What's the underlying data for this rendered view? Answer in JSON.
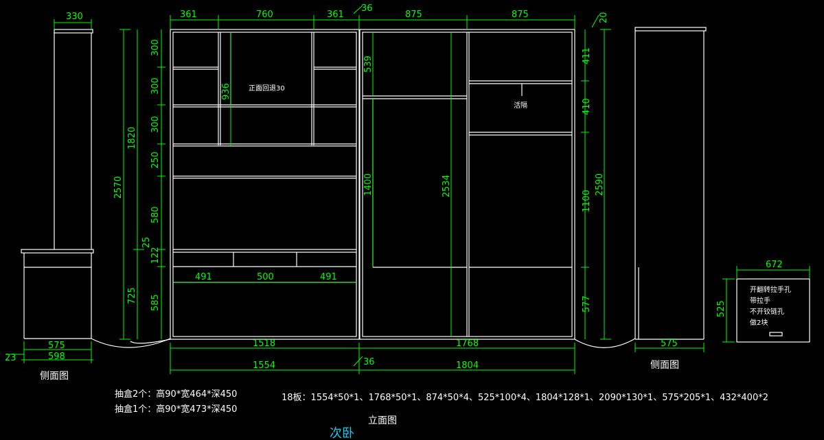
{
  "dimensions": {
    "left_side_top": "330",
    "left_side_bottom": "575",
    "left_side_base": "598",
    "left_side_offset": "23",
    "top_361_a": "361",
    "top_760": "760",
    "top_361_b": "361",
    "gap_36_top": "36",
    "top_875_a": "875",
    "top_875_b": "875",
    "top_20": "20",
    "h_300_a": "300",
    "h_300_b": "300",
    "h_300_c": "300",
    "h_250": "250",
    "h_580": "580",
    "h_25": "25",
    "h_122": "122",
    "h_585": "585",
    "h_1820": "1820",
    "h_2570": "2570",
    "h_725": "725",
    "h_936": "936",
    "h_539": "539",
    "h_1400": "1400",
    "h_2534": "2534",
    "h_411": "411",
    "h_410": "410",
    "h_1100": "1100",
    "h_577": "577",
    "h_2590": "2590",
    "d_491_a": "491",
    "d_500": "500",
    "d_491_b": "491",
    "w_1518": "1518",
    "w_1768": "1768",
    "w_1554": "1554",
    "gap_36_bottom": "36",
    "w_1804": "1804",
    "right_side_bottom": "575",
    "panel_672": "672",
    "panel_525": "525"
  },
  "annotations": {
    "recess": "正面回退30",
    "glass": "活隔"
  },
  "panel_notes": [
    "开翻转拉手孔",
    "带拉手",
    "不开铰链孔",
    "做2块"
  ],
  "labels": {
    "left_view": "侧面图",
    "right_view": "侧面图",
    "elevation": "立面图",
    "room": "次卧"
  },
  "notes": {
    "drawer_1": "抽盒2个：高90*宽464*深450",
    "drawer_2": "抽盒1个：高90*宽473*深450",
    "boards": "18板：1554*50*1、1768*50*1、874*50*4、525*100*4、1804*128*1、2090*130*1、575*205*1、432*400*2"
  },
  "colors": {
    "background": "#000000",
    "lines": "#ffffff",
    "dimensions": "#00ff00",
    "title": "#19c6e6"
  }
}
